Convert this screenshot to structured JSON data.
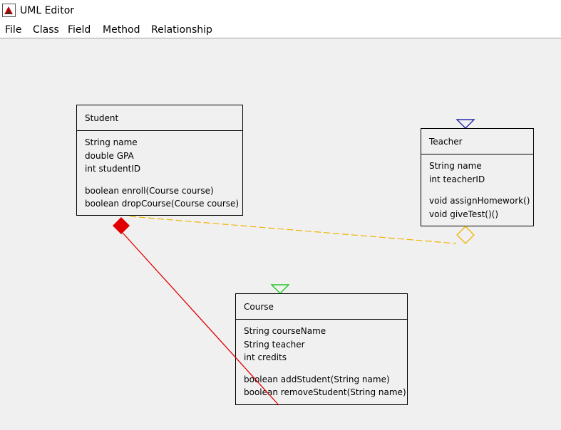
{
  "window": {
    "title": "UML Editor"
  },
  "menu": [
    "File",
    "Class",
    "Field",
    "Method",
    "Relationship"
  ],
  "classes": {
    "student": {
      "name": "Student",
      "fields": [
        "String name",
        "double GPA",
        "int studentID"
      ],
      "methods": [
        "boolean enroll(Course course)",
        "boolean dropCourse(Course course)"
      ]
    },
    "teacher": {
      "name": "Teacher",
      "fields": [
        "String name",
        "int teacherID"
      ],
      "methods": [
        "void assignHomework()",
        "void giveTest()()"
      ]
    },
    "course": {
      "name": "Course",
      "fields": [
        "String courseName",
        "String teacher",
        "int credits"
      ],
      "methods": [
        "boolean addStudent(String name)",
        "boolean removeStudent(String name)"
      ]
    }
  },
  "relationships": [
    {
      "type": "composition",
      "from": "Student",
      "to": "Course",
      "color": "#e00000"
    },
    {
      "type": "aggregation",
      "from": "Teacher",
      "to": "Student",
      "color": "#f0b400"
    },
    {
      "type": "generalization-marker",
      "on": "Teacher",
      "color": "#0000a0"
    },
    {
      "type": "generalization-marker",
      "on": "Course",
      "color": "#00c000"
    }
  ]
}
